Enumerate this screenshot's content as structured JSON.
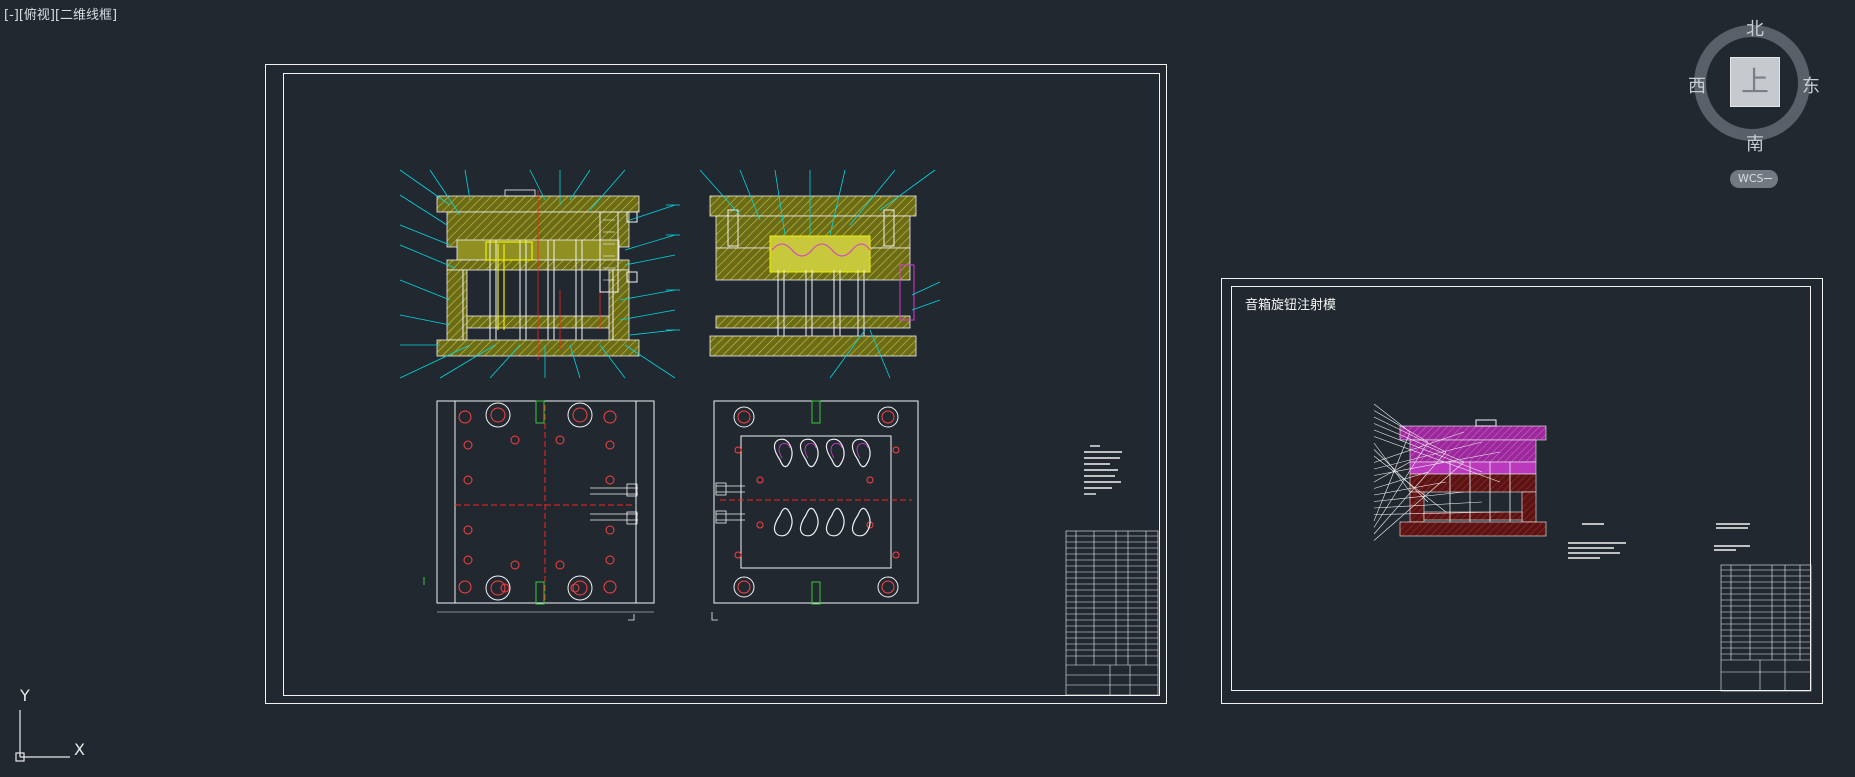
{
  "viewport": {
    "label": "[-][俯视][二维线框]"
  },
  "drawing2": {
    "title": "音箱旋钮注射模"
  },
  "viewcube": {
    "face": "上",
    "north": "北",
    "south": "南",
    "east": "东",
    "west": "西",
    "wcs": "WCS"
  },
  "ucs": {
    "x": "X",
    "y": "Y"
  },
  "colors": {
    "background": "#212830",
    "frame": "#f2f2f2",
    "leader": "#00d8e0",
    "hatch": "#8a8a1e",
    "hatch_light": "#c8c83c",
    "center_line": "#ff2020",
    "magenta": "#d63cd6",
    "dark_red": "#7a1a1a",
    "green": "#3cc83c",
    "yellow": "#f0f000"
  },
  "icons": [
    "ucs-icon",
    "viewcube-icon"
  ]
}
